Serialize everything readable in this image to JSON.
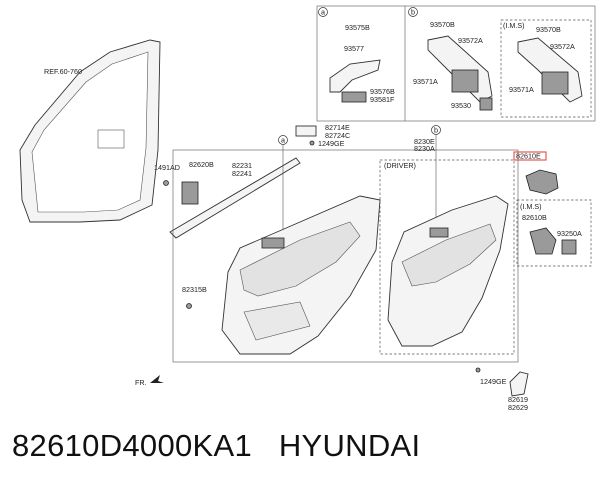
{
  "diagram": {
    "ref_label": "REF.60-760",
    "fr_label": "FR.",
    "driver_label": "(DRIVER)",
    "ims_label": "(I.M.S)",
    "circle_a": "a",
    "circle_b": "b",
    "highlight_color": "#e53935",
    "callouts": {
      "p93575B": "93575B",
      "p93577": "93577",
      "p93576B": "93576B",
      "p93581F": "93581F",
      "p93570B_b": "93570B",
      "p93572A_b": "93572A",
      "p93571A_b": "93571A",
      "p93530": "93530",
      "p93570B_ims": "93570B",
      "p93572A_ims": "93572A",
      "p93571A_ims": "93571A",
      "p82714E": "82714E",
      "p82724C": "82724C",
      "p1249GE_top": "1249GE",
      "p1491AD": "1491AD",
      "p82620B": "82620B",
      "p82231": "82231",
      "p82241": "82241",
      "p8230E": "8230E",
      "p8230A": "8230A",
      "p82610E": "82610E",
      "p82610B": "82610B",
      "p93250A": "93250A",
      "p82315B": "82315B",
      "p1249GE_bot": "1249GE",
      "p82619": "82619",
      "p82629": "82629"
    }
  },
  "footer": {
    "part_number": "82610D4000KA1",
    "brand": "HYUNDAI"
  }
}
